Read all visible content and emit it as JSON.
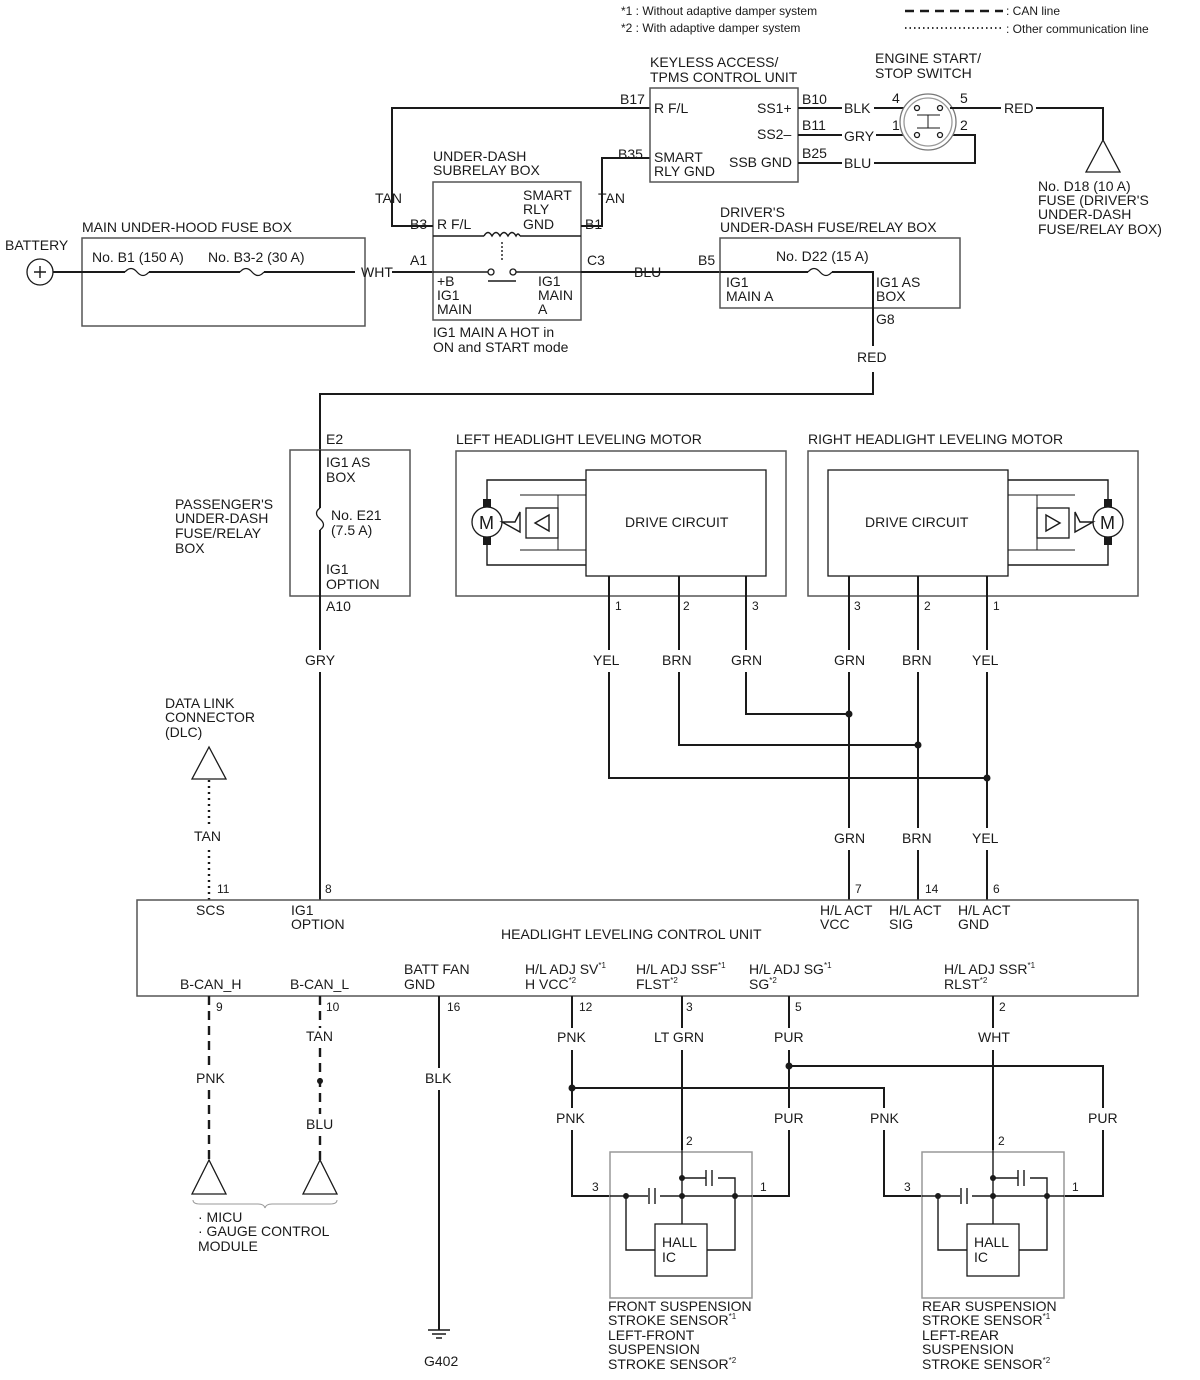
{
  "legend": {
    "note1": "*1 : Without adaptive damper system",
    "note2": "*2 : With adaptive damper system",
    "can_line": ": CAN line",
    "other_line": ": Other communication line"
  },
  "battery": {
    "label": "BATTERY"
  },
  "main_fuse_box": {
    "title": "MAIN UNDER-HOOD FUSE BOX",
    "fuse1": "No. B1 (150 A)",
    "fuse2": "No. B3-2 (30 A)"
  },
  "subrelay_box": {
    "title1": "UNDER-DASH",
    "title2": "SUBRELAY BOX",
    "b3": "B3",
    "rfl": "R F/L",
    "smart1": "SMART",
    "smart2": "RLY",
    "smart3": "GND",
    "b1": "B1",
    "a1": "A1",
    "b_plus": "+B",
    "ig1_l": "IG1",
    "main_l": "MAIN",
    "ig1_r": "IG1",
    "main_r": "MAIN",
    "a_r": "A",
    "c3": "C3",
    "note1": "IG1 MAIN A HOT in",
    "note2": "ON and START mode"
  },
  "keyless_unit": {
    "title1": "KEYLESS ACCESS/",
    "title2": "TPMS CONTROL UNIT",
    "b17": "B17",
    "rfl": "R F/L",
    "b35": "B35",
    "smart1": "SMART",
    "smart2": "RLY GND",
    "ss1": "SS1+",
    "ss2": "SS2–",
    "ssb": "SSB GND",
    "b10": "B10",
    "b11": "B11",
    "b25": "B25"
  },
  "start_switch": {
    "title1": "ENGINE START/",
    "title2": "STOP SWITCH",
    "p4": "4",
    "p5": "5",
    "p1": "1",
    "p2": "2"
  },
  "d18_fuse": {
    "line1": "No. D18 (10 A)",
    "line2": "FUSE (DRIVER'S",
    "line3": "UNDER-DASH",
    "line4": "FUSE/RELAY BOX)"
  },
  "drivers_box": {
    "title1": "DRIVER'S",
    "title2": "UNDER-DASH FUSE/RELAY BOX",
    "b5": "B5",
    "fuse": "No. D22 (15 A)",
    "ig1": "IG1",
    "main_a": "MAIN A",
    "ig1as": "IG1 AS",
    "box": "BOX",
    "g8": "G8"
  },
  "passenger_box": {
    "title1": "PASSENGER'S",
    "title2": "UNDER-DASH",
    "title3": "FUSE/RELAY",
    "title4": "BOX",
    "e2": "E2",
    "ig1as": "IG1 AS",
    "box": "BOX",
    "fuse1": "No. E21",
    "fuse2": "(7.5 A)",
    "ig1": "IG1",
    "option": "OPTION",
    "a10": "A10"
  },
  "left_motor": {
    "title": "LEFT HEADLIGHT LEVELING MOTOR",
    "drive": "DRIVE CIRCUIT",
    "motor": "M",
    "p1": "1",
    "p2": "2",
    "p3": "3"
  },
  "right_motor": {
    "title": "RIGHT HEADLIGHT LEVELING MOTOR",
    "drive": "DRIVE CIRCUIT",
    "motor": "M",
    "p3": "3",
    "p2": "2",
    "p1": "1"
  },
  "dlc": {
    "line1": "DATA LINK",
    "line2": "CONNECTOR",
    "line3": "(DLC)"
  },
  "wires": {
    "tan": "TAN",
    "wht": "WHT",
    "blu": "BLU",
    "blk": "BLK",
    "gry": "GRY",
    "red": "RED",
    "yel": "YEL",
    "brn": "BRN",
    "grn": "GRN",
    "pnk": "PNK",
    "pur": "PUR",
    "lt_grn": "LT GRN"
  },
  "control_unit": {
    "title": "HEADLIGHT LEVELING CONTROL UNIT",
    "p11": "11",
    "scs": "SCS",
    "p8": "8",
    "ig1": "IG1",
    "option": "OPTION",
    "p7": "7",
    "p14": "14",
    "p6": "6",
    "act": "H/L ACT",
    "vcc": "VCC",
    "sig": "SIG",
    "gnd": "GND",
    "bcanh": "B-CAN_H",
    "bcanl": "B-CAN_L",
    "battfan": "BATT FAN",
    "battgnd": "GND",
    "adjsv": "H/L ADJ SV",
    "hvcc": "H VCC",
    "adjssf": "H/L ADJ SSF",
    "flst": "FLST",
    "adjsg": "H/L ADJ SG",
    "sg": "SG",
    "adjssr": "H/L ADJ SSR",
    "rlst": "RLST",
    "p9": "9",
    "p10": "10",
    "p16": "16",
    "p12": "12",
    "p3": "3",
    "p5": "5",
    "p2": "2",
    "ast1": "*1",
    "ast2": "*2"
  },
  "micu": {
    "line1": "· MICU",
    "line2": "· GAUGE CONTROL",
    "line3": "MODULE"
  },
  "ground": {
    "label": "G402"
  },
  "front_sensor": {
    "hall1": "HALL",
    "hall2": "IC",
    "p2": "2",
    "p3": "3",
    "p1": "1",
    "l1": "FRONT SUSPENSION",
    "l2": "STROKE SENSOR",
    "l3": "LEFT-FRONT",
    "l4": "SUSPENSION",
    "l5": "STROKE SENSOR"
  },
  "rear_sensor": {
    "hall1": "HALL",
    "hall2": "IC",
    "p2": "2",
    "p3": "3",
    "p1": "1",
    "l1": "REAR SUSPENSION",
    "l2": "STROKE SENSOR",
    "l3": "LEFT-REAR",
    "l4": "SUSPENSION",
    "l5": "STROKE SENSOR"
  }
}
